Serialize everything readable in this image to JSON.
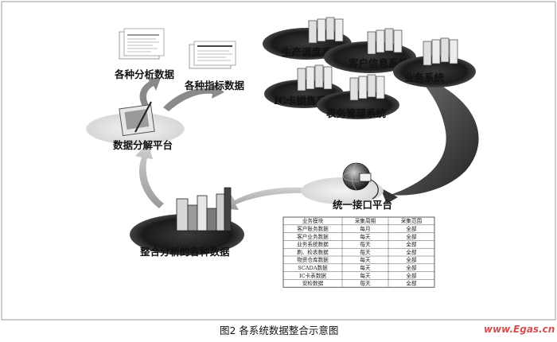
{
  "figure": {
    "caption": "图2  各系统数据整合示意图",
    "watermark": "www.Egas.cn"
  },
  "nodes": {
    "analysis_data": "各种分析数据",
    "indicator_data": "各种指标数据",
    "analysis_platform": "数据分解平台",
    "integrated_data": "整合分析的各种数据",
    "interface_platform": "统一接口平台"
  },
  "systems": {
    "production": "生产调度系统",
    "customer_info": "客户信息系统",
    "business": "业务系统",
    "ic_card": "IC卡销售系统",
    "meter": "表务管理系统"
  },
  "table": {
    "headers": [
      "业务模块",
      "采集周期",
      "采集范围"
    ],
    "rows": [
      [
        "客户账务数据",
        "每月",
        "全部"
      ],
      [
        "客户业务数据",
        "每天",
        "全部"
      ],
      [
        "业务系统数据",
        "每天",
        "全部"
      ],
      [
        "刷、检表数据",
        "每天",
        "全部"
      ],
      [
        "物资仓库数据",
        "每天",
        "全部"
      ],
      [
        "SCADA数据",
        "每天",
        "全部"
      ],
      [
        "IC卡表数据",
        "每天",
        "全部"
      ],
      [
        "安检数据",
        "每天",
        "全部"
      ]
    ]
  }
}
